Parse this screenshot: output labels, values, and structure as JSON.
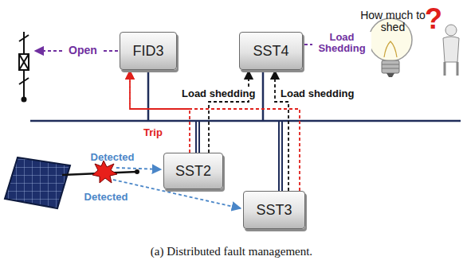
{
  "diagram": {
    "caption": "(a) Distributed fault management.",
    "nodes": [
      {
        "text": [
          "FID3"
        ]
      },
      {
        "text": [
          "SST4"
        ]
      },
      {
        "text": [
          "SST2"
        ]
      },
      {
        "text": [
          "SST3"
        ]
      }
    ],
    "edges": [
      {
        "from": 2,
        "to": 0,
        "arrow": "to",
        "label": "Trip"
      },
      {
        "from": 3,
        "to": 0,
        "arrow": "to"
      },
      {
        "from": 2,
        "to": 1,
        "arrow": "to",
        "label": "Load shedding"
      },
      {
        "from": 3,
        "to": 1,
        "arrow": "to",
        "label": "Load shedding"
      }
    ],
    "labels": [
      "Open",
      "Load Shedding",
      "How much to shed",
      "?",
      "Detected",
      "Detected"
    ]
  }
}
